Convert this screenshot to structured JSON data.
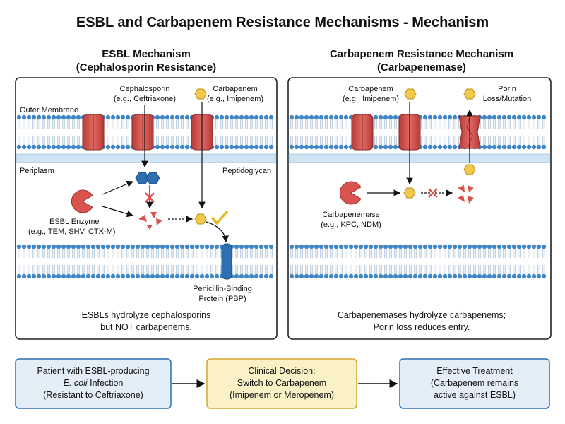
{
  "title": "ESBL and Carbapenem Resistance Mechanisms - Mechanism",
  "left_panel": {
    "heading_line1": "ESBL Mechanism",
    "heading_line2": "(Cephalosporin Resistance)",
    "cephalosporin_line1": "Cephalosporin",
    "cephalosporin_line2": "(e.g., Ceftriaxone)",
    "carbapenem_line1": "Carbapenem",
    "carbapenem_line2": "(e.g., Imipenem)",
    "outer_membrane": "Outer Membrane",
    "periplasm": "Periplasm",
    "peptidoglycan": "Peptidoglycan",
    "enzyme_line1": "ESBL Enzyme",
    "enzyme_line2": "(e.g., TEM, SHV, CTX-M)",
    "pbp_line1": "Penicillin-Binding",
    "pbp_line2": "Protein (PBP)",
    "caption_line1": "ESBLs hydrolyze cephalosporins",
    "caption_line2": "but NOT carbapenems."
  },
  "right_panel": {
    "heading_line1": "Carbapenem Resistance Mechanism",
    "heading_line2": "(Carbapenemase)",
    "carbapenem_line1": "Carbapenem",
    "carbapenem_line2": "(e.g., Imipenem)",
    "porin_line1": "Porin",
    "porin_line2": "Loss/Mutation",
    "enzyme_line1": "Carbapenemase",
    "enzyme_line2": "(e.g., KPC, NDM)",
    "caption_line1": "Carbapenemases hydrolyze carbapenems;",
    "caption_line2": "Porin loss reduces entry."
  },
  "flow": {
    "box1_line1": "Patient with ESBL-producing",
    "box1_line2a": "E. coli",
    "box1_line2b": " Infection",
    "box1_line3": "(Resistant to Ceftriaxone)",
    "box2_line1": "Clinical Decision:",
    "box2_line2": "Switch to Carbapenem",
    "box2_line3": "(Imipenem or Meropenem)",
    "box3_line1": "Effective Treatment",
    "box3_line2": "(Carbapenem remains",
    "box3_line3": "active against ESBL)"
  },
  "colors": {
    "membrane_head": "#3f86c6",
    "porin": "#d9534f",
    "enzyme": "#d9534f",
    "carbapenem": "#f2c94c",
    "cephalosporin": "#2d6fb1",
    "check": "#f2c94c",
    "cross": "#e05050",
    "flow_blue_bg": "#e3eef8",
    "flow_yellow_bg": "#fbf1c7"
  }
}
